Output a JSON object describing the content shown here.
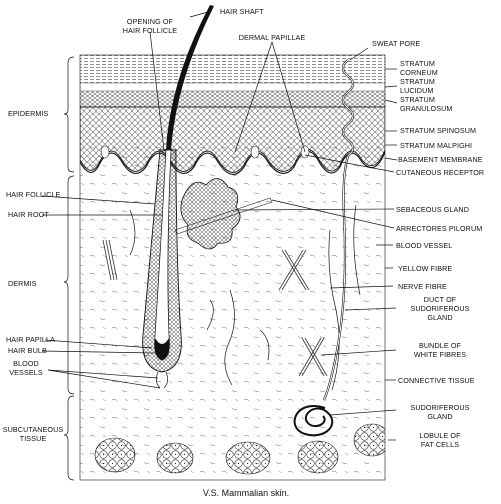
{
  "caption": "V.S. Mammalian skin.",
  "left_labels": {
    "epidermis": "EPIDERMIS",
    "hair_follicle": "HAIR FOLLICLE",
    "hair_root": "HAIR ROOT",
    "dermis": "DERMIS",
    "hair_papilla": "HAIR PAPILLA",
    "hair_bulb": "HAIR BULB",
    "blood_vessels": [
      "BLOOD",
      "VESSELS"
    ],
    "subcutaneous_tissue": [
      "SUBCUTANEOUS",
      "TISSUE"
    ]
  },
  "top_labels": {
    "opening_of_hair_follicle": [
      "OPENING OF",
      "HAIR FOLLICLE"
    ],
    "hair_shaft": "HAIR SHAFT",
    "dermal_papillae": "DERMAL PAPILLAE",
    "sweat_pore": "SWEAT PORE"
  },
  "right_labels": {
    "stratum_corneum": [
      "STRATUM",
      "CORNEUM"
    ],
    "stratum_lucidum": [
      "STRATUM",
      "LUCIDUM"
    ],
    "stratum_granulosum": [
      "STRATUM",
      "GRANULOSUM"
    ],
    "stratum_spinosum": "STRATUM SPINOSUM",
    "stratum_malpighi": "STRATUM MALPIGHI",
    "basement_membrane": "BASEMENT MEMBRANE",
    "cutaneous_receptor": "CUTANEOUS RECEPTOR",
    "sebaceous_gland": "SEBACEOUS GLAND",
    "arrectores_pilorum": "ARRECTORES PILORUM",
    "blood_vessel": "BLOOD VESSEL",
    "yellow_fibre": "YELLOW FIBRE",
    "nerve_fibre": "NERVE FIBRE",
    "duct_of_sudoriferous_gland": [
      "DUCT OF",
      "SUDORIFEROUS",
      "GLAND"
    ],
    "bundle_of_white_fibres": [
      "BUNDLE OF",
      "WHITE FIBRES"
    ],
    "connective_tissue": "CONNECTIVE TISSUE",
    "sudoriferous_gland": [
      "SUDORIFEROUS",
      "GLAND"
    ],
    "lobule_of_fat_cells": [
      "LOBULE OF",
      "FAT CELLS"
    ]
  }
}
